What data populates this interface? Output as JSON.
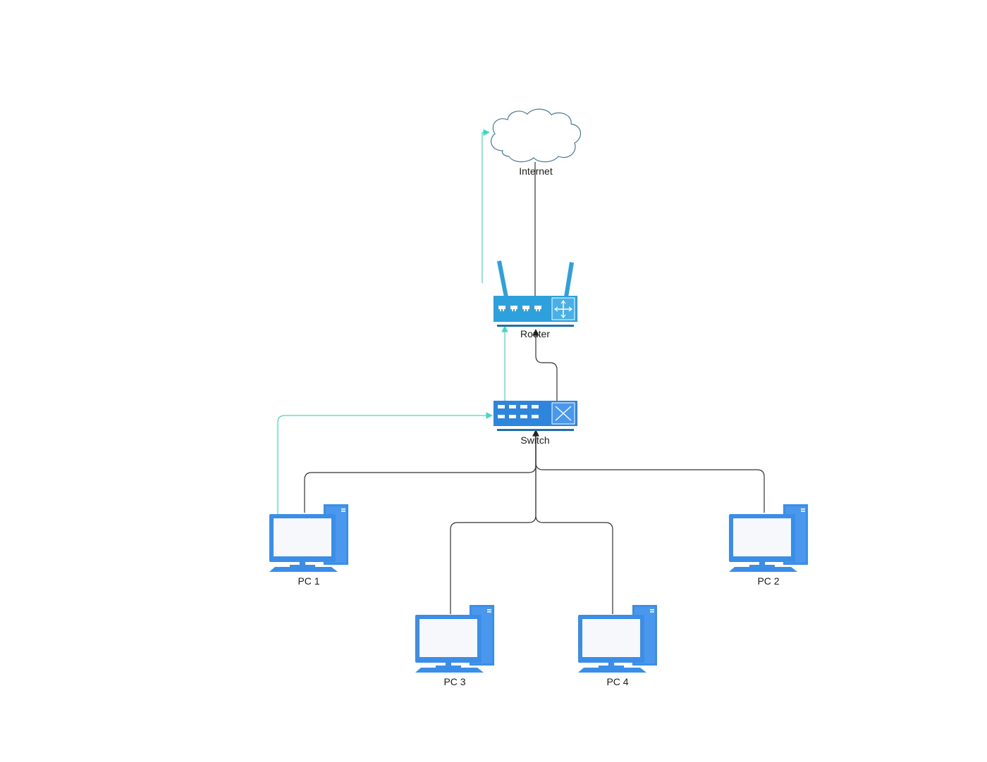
{
  "diagram": {
    "nodes": {
      "internet": {
        "label": "Internet",
        "icon": "cloud-icon"
      },
      "router": {
        "label": "Router",
        "icon": "router-icon"
      },
      "switch": {
        "label": "Switch",
        "icon": "switch-icon"
      },
      "pc1": {
        "label": "PC 1",
        "icon": "desktop-pc-icon"
      },
      "pc2": {
        "label": "PC 2",
        "icon": "desktop-pc-icon"
      },
      "pc3": {
        "label": "PC 3",
        "icon": "desktop-pc-icon"
      },
      "pc4": {
        "label": "PC 4",
        "icon": "desktop-pc-icon"
      }
    },
    "links": [
      {
        "from": "router",
        "to": "internet",
        "style": "solid"
      },
      {
        "from": "switch",
        "to": "router",
        "style": "solid"
      },
      {
        "from": "pc1",
        "to": "switch",
        "style": "solid"
      },
      {
        "from": "pc2",
        "to": "switch",
        "style": "solid"
      },
      {
        "from": "pc3",
        "to": "switch",
        "style": "solid"
      },
      {
        "from": "pc4",
        "to": "switch",
        "style": "solid"
      },
      {
        "from": "pc1",
        "to": "internet",
        "style": "highlight-path"
      }
    ],
    "colors": {
      "device": "#3b8ee8",
      "device_dark": "#1f6fc8",
      "router_blue": "#2ea0dc",
      "cloud_stroke": "#4a7a9a",
      "link": "#333333",
      "highlight": "#3fd9c0"
    }
  }
}
